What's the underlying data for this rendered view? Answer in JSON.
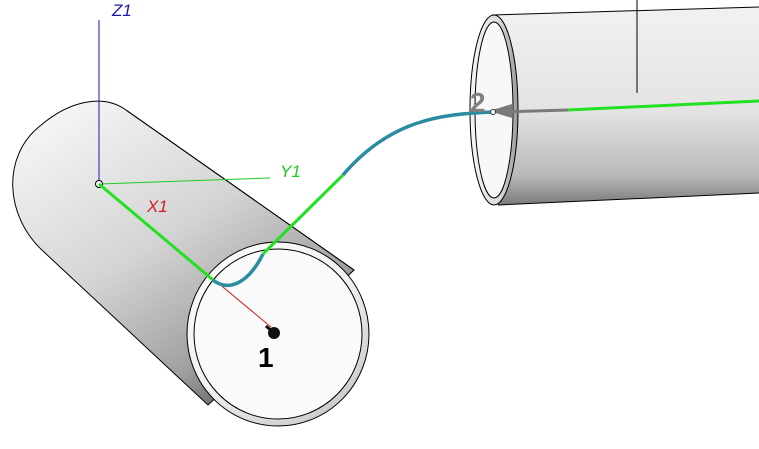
{
  "axes": {
    "z_label": "Z1",
    "y_label": "Y1",
    "x_label": "X1"
  },
  "points": {
    "start_label": "1",
    "end_label": "2"
  },
  "colors": {
    "background": "#ffffff",
    "z_axis": "#1a1aa8",
    "y_axis": "#22c822",
    "x_axis": "#d42020",
    "route_segment": "#22e022",
    "bend_segment": "#2a8ca0",
    "pipe_outline": "#000000",
    "marker": "#111111",
    "end_arrow": "#7a7a7a"
  },
  "icons": {
    "start_marker": "connection-point-marker",
    "end_marker": "arrow-marker"
  }
}
